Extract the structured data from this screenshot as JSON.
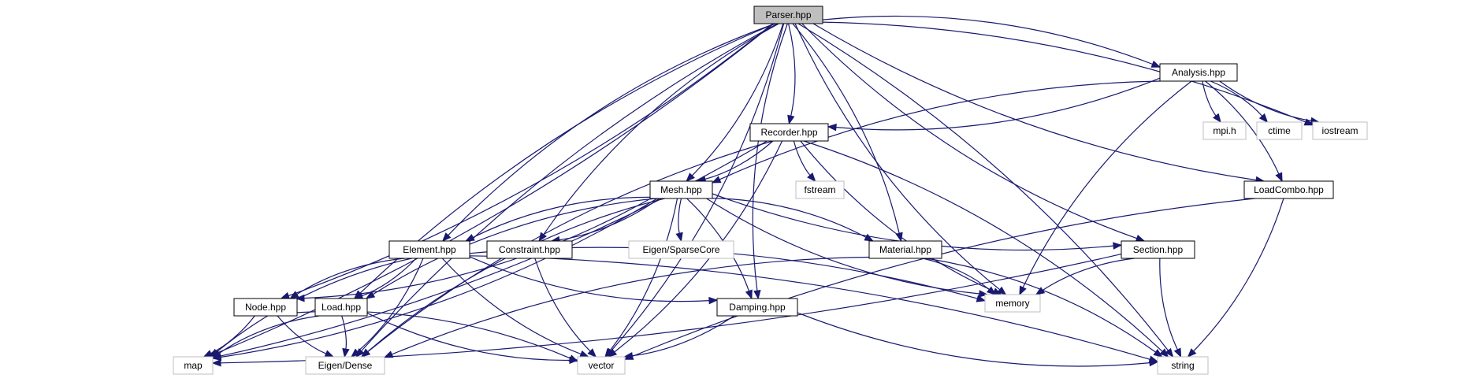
{
  "nodes": [
    {
      "id": "parser",
      "label": "Parser.hpp",
      "kind": "root"
    },
    {
      "id": "analysis",
      "label": "Analysis.hpp",
      "kind": "project"
    },
    {
      "id": "recorder",
      "label": "Recorder.hpp",
      "kind": "project"
    },
    {
      "id": "mpi",
      "label": "mpi.h",
      "kind": "system"
    },
    {
      "id": "ctime",
      "label": "ctime",
      "kind": "system"
    },
    {
      "id": "iostream",
      "label": "iostream",
      "kind": "system"
    },
    {
      "id": "fstream",
      "label": "fstream",
      "kind": "system"
    },
    {
      "id": "mesh",
      "label": "Mesh.hpp",
      "kind": "project"
    },
    {
      "id": "loadcombo",
      "label": "LoadCombo.hpp",
      "kind": "project"
    },
    {
      "id": "element",
      "label": "Element.hpp",
      "kind": "project"
    },
    {
      "id": "constraint",
      "label": "Constraint.hpp",
      "kind": "project"
    },
    {
      "id": "sparsecore",
      "label": "Eigen/SparseCore",
      "kind": "system"
    },
    {
      "id": "material",
      "label": "Material.hpp",
      "kind": "project"
    },
    {
      "id": "section",
      "label": "Section.hpp",
      "kind": "project"
    },
    {
      "id": "node",
      "label": "Node.hpp",
      "kind": "project"
    },
    {
      "id": "load",
      "label": "Load.hpp",
      "kind": "project"
    },
    {
      "id": "damping",
      "label": "Damping.hpp",
      "kind": "project"
    },
    {
      "id": "memory",
      "label": "memory",
      "kind": "system"
    },
    {
      "id": "map",
      "label": "map",
      "kind": "system"
    },
    {
      "id": "dense",
      "label": "Eigen/Dense",
      "kind": "system"
    },
    {
      "id": "vector",
      "label": "vector",
      "kind": "system"
    },
    {
      "id": "string",
      "label": "string",
      "kind": "system"
    }
  ],
  "edges": [
    [
      "parser",
      "map"
    ],
    [
      "parser",
      "dense"
    ],
    [
      "parser",
      "node"
    ],
    [
      "parser",
      "load"
    ],
    [
      "parser",
      "vector"
    ],
    [
      "parser",
      "element"
    ],
    [
      "parser",
      "mesh"
    ],
    [
      "parser",
      "constraint"
    ],
    [
      "parser",
      "recorder"
    ],
    [
      "parser",
      "damping"
    ],
    [
      "parser",
      "material"
    ],
    [
      "parser",
      "memory"
    ],
    [
      "parser",
      "analysis"
    ],
    [
      "parser",
      "loadcombo"
    ],
    [
      "parser",
      "iostream"
    ],
    [
      "parser",
      "section"
    ],
    [
      "parser",
      "string"
    ],
    [
      "analysis",
      "mesh"
    ],
    [
      "analysis",
      "recorder"
    ],
    [
      "analysis",
      "mpi"
    ],
    [
      "analysis",
      "ctime"
    ],
    [
      "analysis",
      "iostream"
    ],
    [
      "analysis",
      "loadcombo"
    ],
    [
      "analysis",
      "memory"
    ],
    [
      "recorder",
      "mesh"
    ],
    [
      "recorder",
      "fstream"
    ],
    [
      "recorder",
      "map"
    ],
    [
      "recorder",
      "dense"
    ],
    [
      "recorder",
      "vector"
    ],
    [
      "recorder",
      "memory"
    ],
    [
      "recorder",
      "string"
    ],
    [
      "mesh",
      "element"
    ],
    [
      "mesh",
      "constraint"
    ],
    [
      "mesh",
      "sparsecore"
    ],
    [
      "mesh",
      "material"
    ],
    [
      "mesh",
      "section"
    ],
    [
      "mesh",
      "node"
    ],
    [
      "mesh",
      "load"
    ],
    [
      "mesh",
      "damping"
    ],
    [
      "mesh",
      "memory"
    ],
    [
      "mesh",
      "map"
    ],
    [
      "mesh",
      "dense"
    ],
    [
      "mesh",
      "vector"
    ],
    [
      "loadcombo",
      "vector"
    ],
    [
      "loadcombo",
      "string"
    ],
    [
      "element",
      "node"
    ],
    [
      "element",
      "load"
    ],
    [
      "element",
      "damping"
    ],
    [
      "element",
      "memory"
    ],
    [
      "element",
      "map"
    ],
    [
      "element",
      "dense"
    ],
    [
      "element",
      "vector"
    ],
    [
      "element",
      "string"
    ],
    [
      "constraint",
      "vector"
    ],
    [
      "material",
      "memory"
    ],
    [
      "material",
      "dense"
    ],
    [
      "material",
      "string"
    ],
    [
      "section",
      "memory"
    ],
    [
      "section",
      "map"
    ],
    [
      "section",
      "string"
    ],
    [
      "node",
      "map"
    ],
    [
      "node",
      "dense"
    ],
    [
      "node",
      "vector"
    ],
    [
      "load",
      "map"
    ],
    [
      "load",
      "dense"
    ],
    [
      "load",
      "vector"
    ],
    [
      "damping",
      "vector"
    ],
    [
      "damping",
      "string"
    ]
  ]
}
